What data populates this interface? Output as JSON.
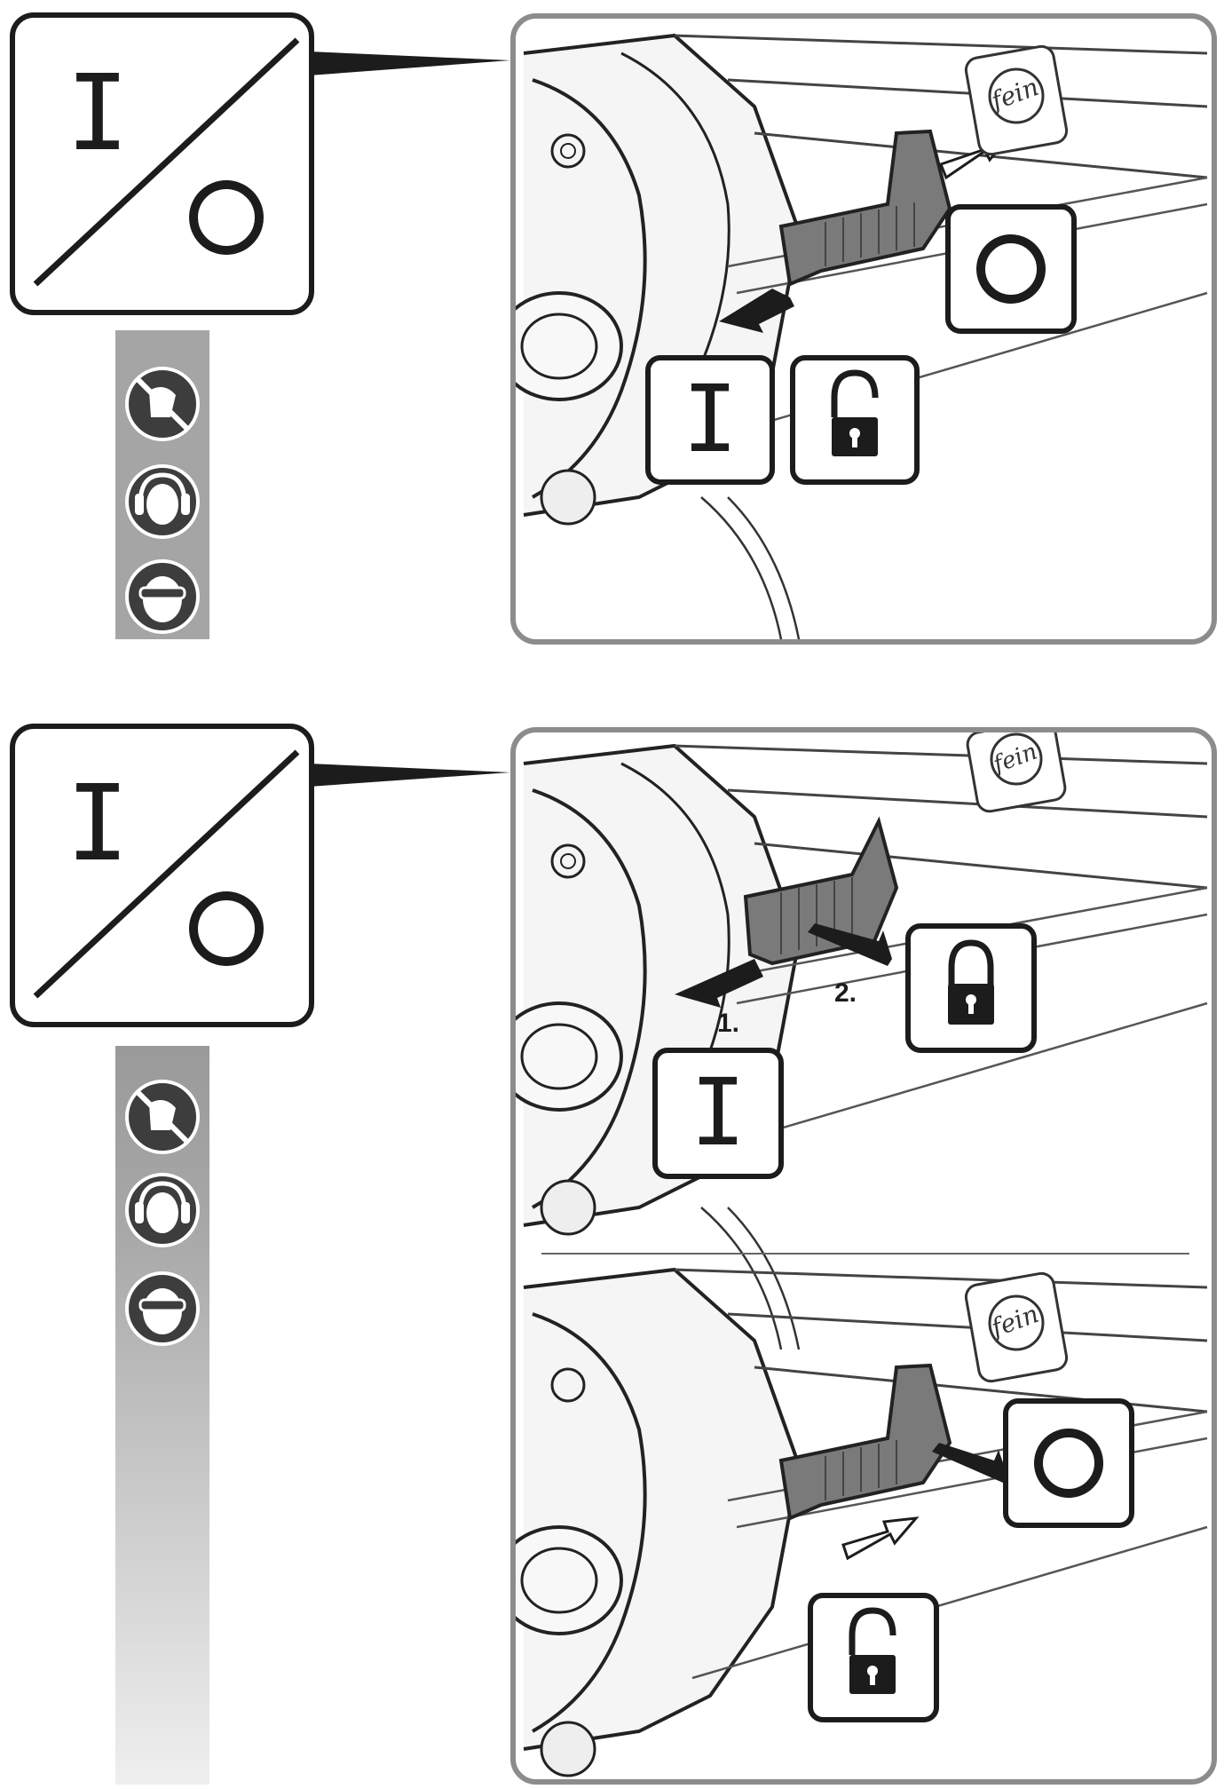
{
  "section_top": {
    "symbol_on": "I",
    "symbol_off": "O",
    "callout_on": "I",
    "callout_off": "O",
    "brand": "fein",
    "safety_icons": [
      "no-gloves-icon",
      "ear-protection-icon",
      "eye-protection-icon"
    ]
  },
  "section_bottom": {
    "symbol_on": "I",
    "symbol_off": "O",
    "step_1_label": "1.",
    "step_2_label": "2.",
    "callout_on": "I",
    "callout_off": "O",
    "brand": "fein",
    "safety_icons": [
      "no-gloves-icon",
      "ear-protection-icon",
      "eye-protection-icon"
    ]
  },
  "colors": {
    "frame": "#8c8c8c",
    "ink": "#1c1c1c",
    "icon_bg": "#3d3d3d",
    "strip_top": "#9a9a9a",
    "strip_bottom": "#ececec"
  }
}
